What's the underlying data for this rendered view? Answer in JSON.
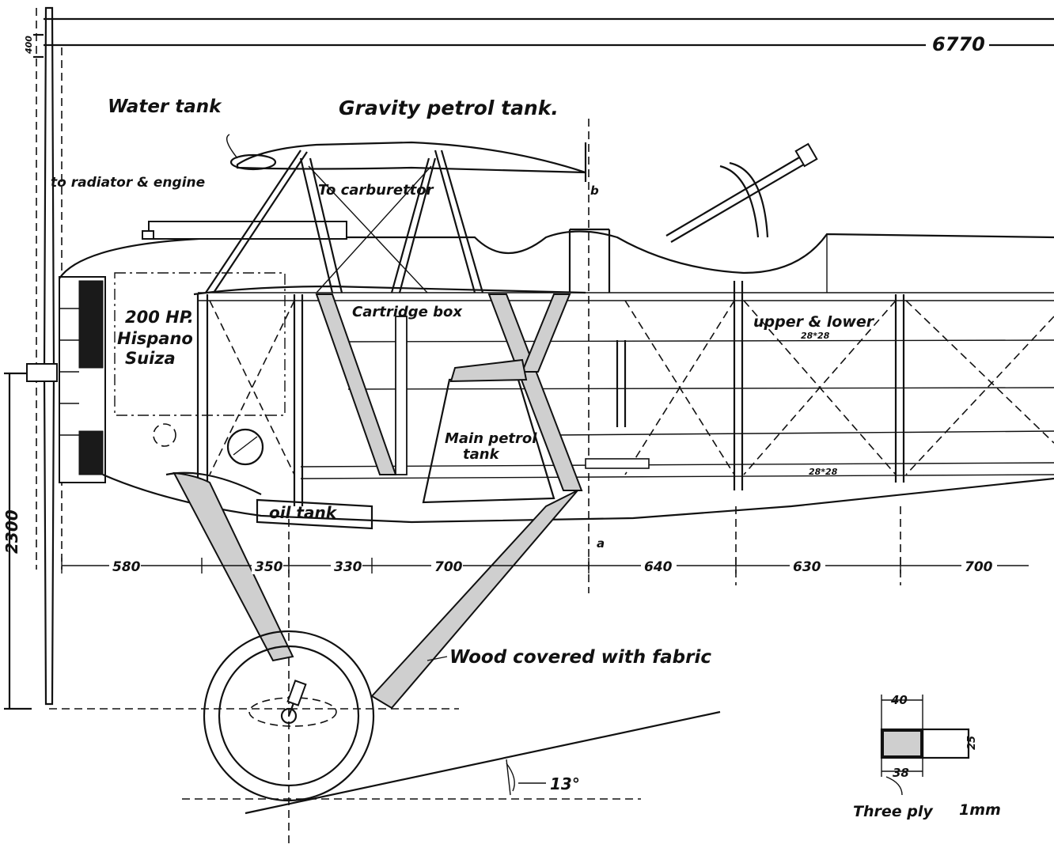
{
  "drawing": {
    "labels": {
      "total_length": "6770",
      "top_dim": "400",
      "height_dim": "2300",
      "water_tank": "Water tank",
      "gravity_tank": "Gravity petrol tank.",
      "to_radiator": "to radiator & engine",
      "to_carburettor": "To carburettor",
      "engine_line1": "200 HP.",
      "engine_line2": "Hispano",
      "engine_line3": "Suiza",
      "cartridge_box": "Cartridge box",
      "upper_lower": "upper & lower",
      "upper_lower_size": "28*28",
      "lower_longeron_size": "28*28",
      "main_tank_line1": "Main petrol",
      "main_tank_line2": "tank",
      "oil_tank": "oil tank",
      "wood_covered": "Wood covered with fabric",
      "angle": "13°",
      "point_a": "a",
      "point_b": "b",
      "section_width_top": "40",
      "section_width_bottom": "38",
      "section_height": "25",
      "three_ply": "Three ply",
      "three_ply_thickness": "1mm"
    },
    "station_dims": [
      "580",
      "350",
      "330",
      "700",
      "640",
      "630",
      "700"
    ]
  }
}
